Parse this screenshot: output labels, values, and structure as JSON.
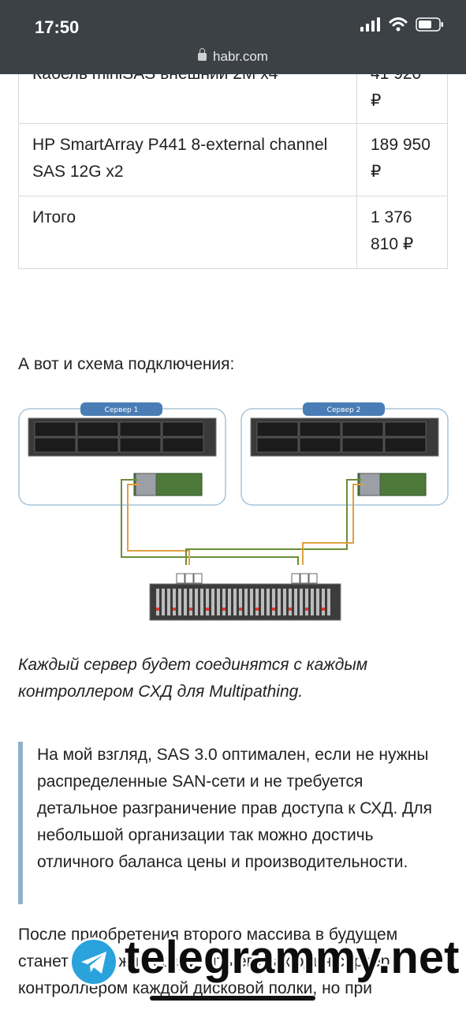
{
  "status": {
    "time": "17:50",
    "battery_icon": "battery-icon",
    "wifi_icon": "wifi-icon",
    "signal_icon": "signal-icon"
  },
  "browser": {
    "url": "habr.com"
  },
  "price_table": {
    "rows": [
      {
        "name": "Кабель miniSAS внешний 2M x4",
        "price": "41 920 ₽"
      },
      {
        "name": "HP SmartArray P441 8-external channel SAS 12G x2",
        "price": "189 950 ₽"
      },
      {
        "name": "Итого",
        "price": "1 376 810 ₽"
      }
    ]
  },
  "intro": "А вот и схема подключения:",
  "diagram": {
    "server1": "Сервер 1",
    "server2": "Сервер 2",
    "colors": {
      "cable_orange": "#e0a040",
      "cable_green": "#6b8e3a",
      "label_blue": "#4a7db5"
    }
  },
  "caption": "Каждый сервер будет соединятся с каждым контроллером СХД для Multipathing.",
  "quote": "На мой взгляд, SAS 3.0 оптимален, если не нужны распределенные SAN-сети и не требуется детальное разграничение прав доступа к СХД. Для небольшой организации так можно достичь отличного баланса цены и производительности.",
  "paragraph": "После приобретения второго массива в будущем станет возможно соединить его как один сервер с контроллером каждой дисковой полки, но при",
  "watermark": {
    "text": "telegrammy.net",
    "logo": "telegram-logo-icon"
  }
}
